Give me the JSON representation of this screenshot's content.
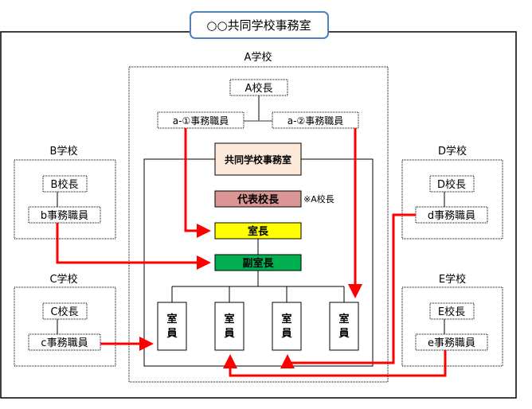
{
  "title": "○○共同学校事務室",
  "colors": {
    "title_border": "#4f81bd",
    "arrow": "#ff0000",
    "office_fill": "#fde9d9",
    "representative_fill": "#d99694",
    "chief_fill": "#ffff00",
    "deputy_fill": "#00b050"
  },
  "schools": {
    "a": {
      "label": "A学校",
      "principal": "A校長",
      "clerk1": "a-①事務職員",
      "clerk2": "a-②事務職員"
    },
    "b": {
      "label": "B学校",
      "principal": "B校長",
      "clerk": "b事務職員"
    },
    "c": {
      "label": "C学校",
      "principal": "C校長",
      "clerk": "c事務職員"
    },
    "d": {
      "label": "D学校",
      "principal": "D校長",
      "clerk": "d事務職員"
    },
    "e": {
      "label": "E学校",
      "principal": "E校長",
      "clerk": "e事務職員"
    }
  },
  "office": {
    "name": "共同学校事務室",
    "representative": "代表校長",
    "representative_note": "※A校長",
    "chief": "室長",
    "deputy": "副室長",
    "member_char1": "室",
    "member_char2": "員"
  }
}
